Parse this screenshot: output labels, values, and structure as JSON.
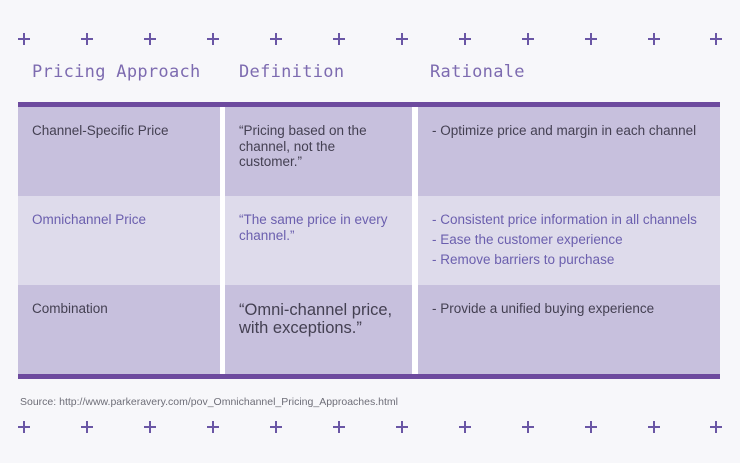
{
  "table": {
    "headers": [
      "Pricing Approach",
      "Definition",
      "Rationale"
    ],
    "rows": [
      {
        "approach": "Channel-Specific Price",
        "definition": "“Pricing based on the channel, not the customer.”",
        "rationale": [
          "- Optimize price and margin in each channel"
        ]
      },
      {
        "approach": "Omnichannel Price",
        "definition": "“The same price in every channel.”",
        "rationale": [
          "- Consistent price information in all channels",
          "- Ease the customer experience",
          "- Remove barriers to purchase"
        ]
      },
      {
        "approach": "Combination",
        "definition": "“Omni-channel price, with exceptions.”",
        "rationale": [
          "- Provide a unified buying experience"
        ]
      }
    ]
  },
  "source": "Source: http://www.parkeravery.com/pov_Omnichannel_Pricing_Approaches.html",
  "decoration": {
    "plus_icon": "plus-icon",
    "plus_count_per_row": 12
  },
  "colors": {
    "accent_bar": "#6d4a9e",
    "row_dark": "#c7c0dd",
    "row_light": "#dedbeb",
    "header_text": "#7d6bb0",
    "highlight_text": "#6b5fae",
    "background": "#f7f7fa"
  }
}
